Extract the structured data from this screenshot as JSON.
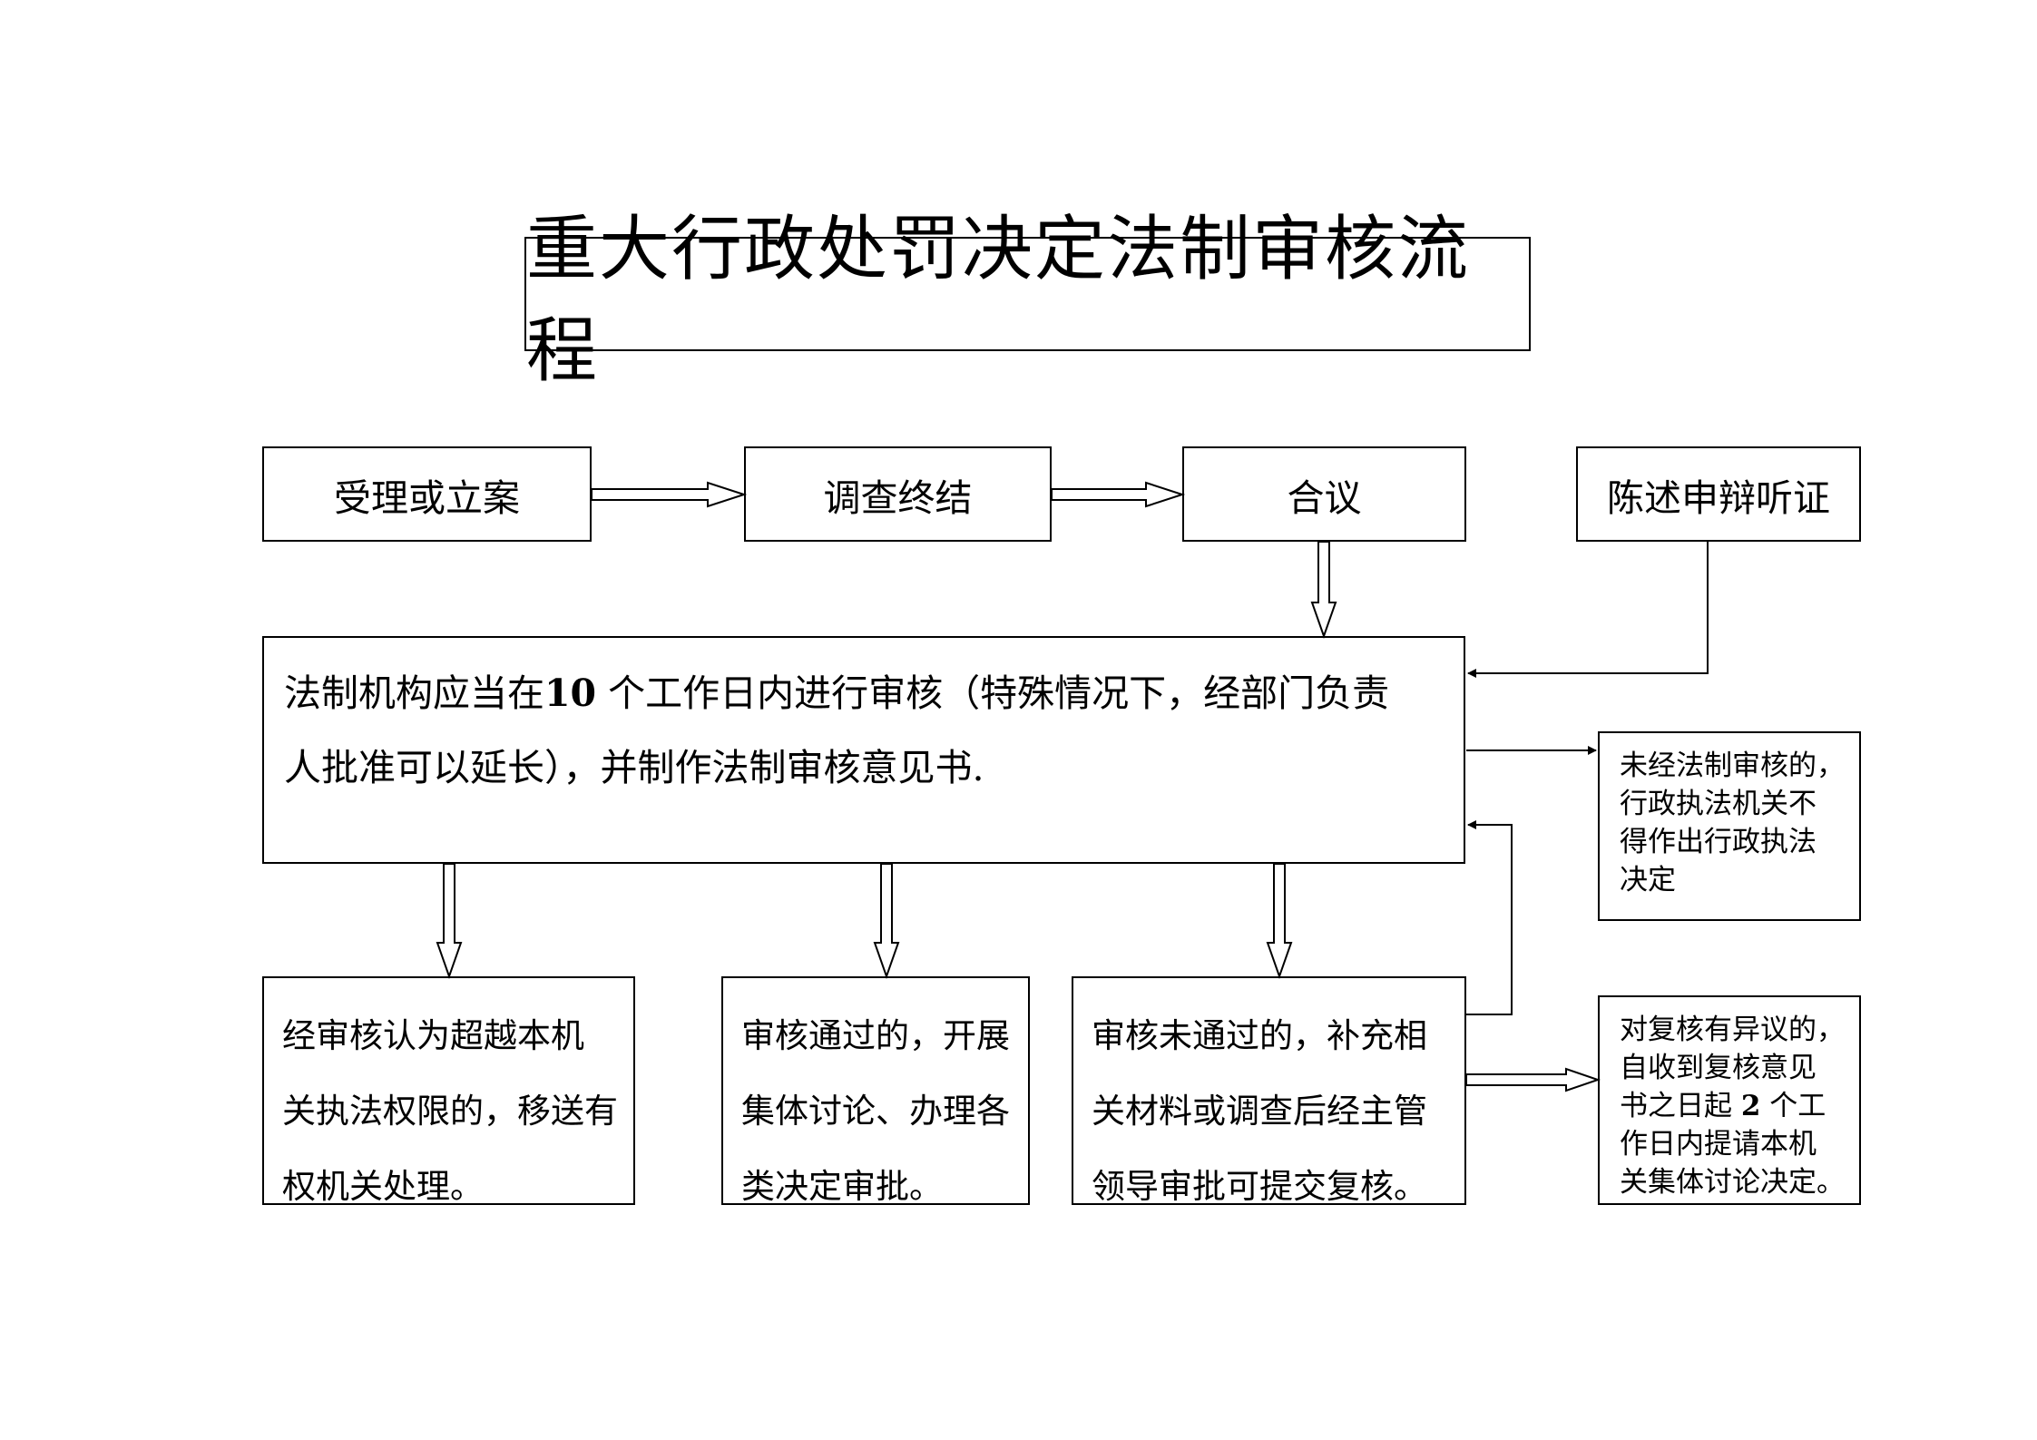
{
  "title": "重大行政处罚决定法制审核流程",
  "steps": {
    "accept": "受理或立案",
    "investigate": "调查终结",
    "deliberate": "合议",
    "hearing": "陈述申辩听证"
  },
  "review": {
    "line1_a": "法制机构应当在",
    "line1_num": "10",
    "line1_b": " 个工作日内进行审核（特殊情况下，经部门负责",
    "line2": "人批准可以延长），并制作法制审核意见书."
  },
  "unreviewed_note": [
    "未经法制审核的，",
    "行政执法机关不",
    "得作出行政执法",
    "决定"
  ],
  "outcomes": {
    "transfer": [
      "经审核认为超越本机",
      "关执法权限的，移送有",
      "权机关处理。"
    ],
    "approved": [
      "审核通过的，开展",
      "集体讨论、办理各",
      "类决定审批。"
    ],
    "rejected": [
      "审核未通过的，补充相",
      "关材料或调查后经主管",
      "领导审批可提交复核。"
    ]
  },
  "objection_note": {
    "line1": "对复核有异议的，",
    "line2": "自收到复核意见",
    "line3_a": "书之日起 ",
    "line3_num": "2",
    "line3_b": " 个工",
    "line4": "作日内提请本机",
    "line5": "关集体讨论决定。"
  }
}
